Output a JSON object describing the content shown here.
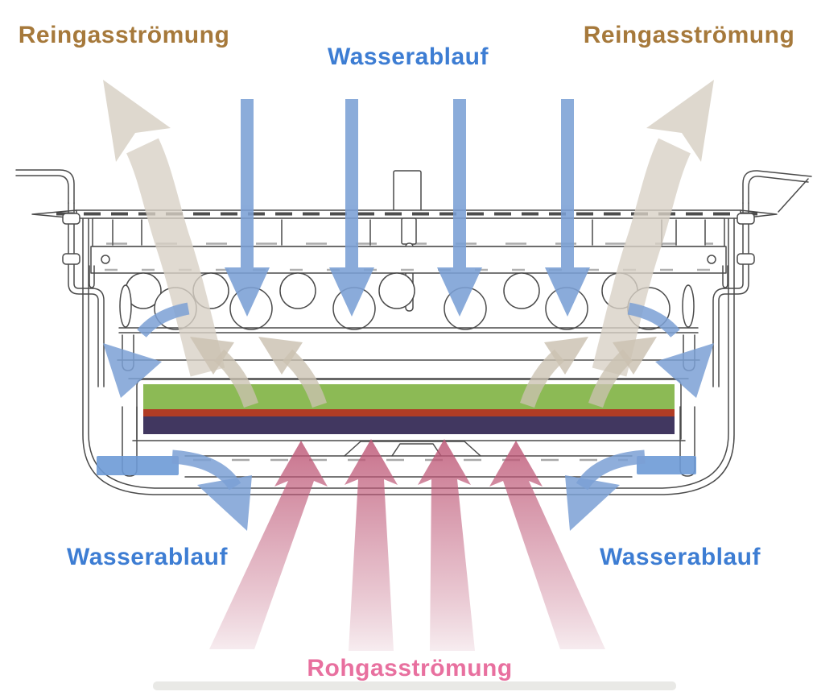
{
  "diagram": {
    "labels": {
      "clean_gas_left": "Reingasströmung",
      "clean_gas_right": "Reingasströmung",
      "water_inlet_top": "Wasserablauf",
      "water_drain_left": "Wasserablauf",
      "water_drain_right": "Wasserablauf",
      "raw_gas_bottom": "Rohgasströmung"
    },
    "colors": {
      "clean_gas_label": "#A6793B",
      "water_label": "#3D7DD3",
      "raw_gas_label": "#E8709F",
      "clean_gas_arrow": "#D8D1C6",
      "clean_gas_arrow_inner": "#CBC1B1",
      "water_arrow": "#7BA0D5",
      "water_fill": "#6D9AD6",
      "raw_gas_arrow_strong": "#BE5877",
      "raw_gas_arrow_faint": "#F2E2E7",
      "filter_layer_top": "#8CBA55",
      "filter_layer_middle": "#B03C25",
      "filter_layer_bottom": "#413760"
    }
  }
}
